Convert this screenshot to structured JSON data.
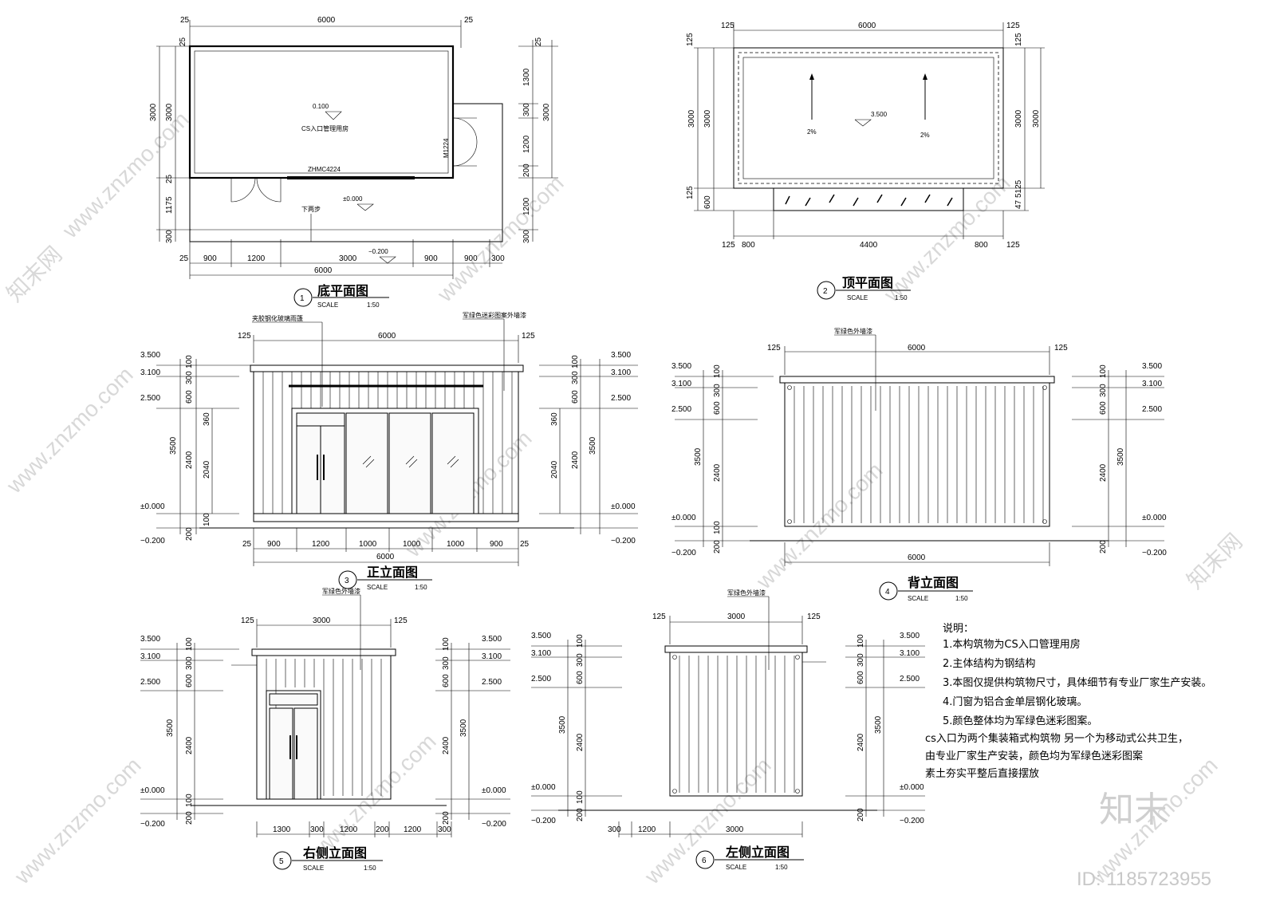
{
  "plan_bottom": {
    "title": "底平面图",
    "number": "1",
    "scale_label": "SCALE",
    "scale_value": "1:50",
    "dims_top": [
      "25",
      "6000",
      "25"
    ],
    "dims_left": [
      "25",
      "3000",
      "3000",
      "25",
      "1175",
      "300"
    ],
    "dims_right": [
      "25",
      "1300",
      "300",
      "1200",
      "200",
      "1200",
      "300",
      "3000"
    ],
    "dims_bottom": [
      "25",
      "900",
      "1200",
      "3000",
      "900",
      "900",
      "300"
    ],
    "dims_total": "6000",
    "level_room": "0.100",
    "level_outside": "±0.000",
    "level_ground": "−0.200",
    "room_name": "CS入口管理用房",
    "window_tag": "ZHMC4224",
    "door_tag": "M1224",
    "step_label": "下两步"
  },
  "plan_top": {
    "title": "顶平面图",
    "number": "2",
    "scale_label": "SCALE",
    "scale_value": "1:50",
    "dims_top": [
      "125",
      "6000",
      "125"
    ],
    "dims_left": [
      "125",
      "3000",
      "3000",
      "125",
      "600"
    ],
    "dims_right": [
      "125",
      "3000",
      "3000",
      "47",
      "5125"
    ],
    "dims_bottom": [
      "125",
      "800",
      "4400",
      "800",
      "125"
    ],
    "level_roof": "3.500",
    "slope": "2%"
  },
  "elev_front": {
    "title": "正立面图",
    "number": "3",
    "scale_label": "SCALE",
    "scale_value": "1:50",
    "callout_left": "夹胶钢化玻璃雨篷",
    "callout_right": "军绿色迷彩图案外墙漆",
    "dims_top": [
      "125",
      "6000",
      "125"
    ],
    "dims_bottom": [
      "25",
      "900",
      "1200",
      "1000",
      "1000",
      "1000",
      "900",
      "25"
    ],
    "dims_total": "6000",
    "levels": [
      "3.500",
      "3.100",
      "2.500",
      "±0.000",
      "−0.200"
    ],
    "dims_vertical": [
      "100",
      "300",
      "600",
      "3500",
      "2400",
      "360",
      "2040",
      "100",
      "200"
    ]
  },
  "elev_back": {
    "title": "背立面图",
    "number": "4",
    "scale_label": "SCALE",
    "scale_value": "1:50",
    "callout": "军绿色外墙漆",
    "dims_top": [
      "125",
      "6000",
      "125"
    ],
    "dims_total": "6000",
    "levels": [
      "3.500",
      "3.100",
      "2.500",
      "±0.000",
      "−0.200"
    ],
    "dims_vertical": [
      "100",
      "300",
      "600",
      "3500",
      "2400",
      "100",
      "200"
    ]
  },
  "elev_right": {
    "title": "右侧立面图",
    "number": "5",
    "scale_label": "SCALE",
    "scale_value": "1:50",
    "callout": "军绿色外墙漆",
    "dims_top": [
      "125",
      "3000",
      "125"
    ],
    "dims_bottom": [
      "1300",
      "300",
      "1200",
      "200",
      "1200",
      "300"
    ],
    "levels": [
      "3.500",
      "3.100",
      "2.500",
      "±0.000",
      "−0.200"
    ],
    "dims_vertical": [
      "100",
      "300",
      "600",
      "3500",
      "2400",
      "100",
      "200"
    ]
  },
  "elev_left": {
    "title": "左侧立面图",
    "number": "6",
    "scale_label": "SCALE",
    "scale_value": "1:50",
    "callout": "军绿色外墙漆",
    "dims_top": [
      "125",
      "3000",
      "125"
    ],
    "dims_bottom": [
      "300",
      "1200",
      "3000"
    ],
    "levels": [
      "3.500",
      "3.100",
      "2.500",
      "±0.000",
      "−0.200"
    ],
    "dims_vertical": [
      "100",
      "300",
      "600",
      "3500",
      "2400",
      "100",
      "200"
    ]
  },
  "notes": {
    "heading": "说明：",
    "items": [
      "1.本构筑物为CS入口管理用房",
      "2.主体结构为钢结构",
      "3.本图仅提供构筑物尺寸，具体细节有专业厂家生产安装。",
      "4.门窗为铝合金单层钢化玻璃。",
      "5.颜色整体均为军绿色迷彩图案。",
      "cs入口为两个集装箱式构筑物 另一个为移动式公共卫生，",
      "由专业厂家生产安装，颜色均为军绿色迷彩图案",
      "素土夯实平整后直接摆放"
    ]
  },
  "watermark": {
    "brand": "知末",
    "id_text": "ID: 1185723955",
    "site": "www.znzmo.com",
    "site_cn": "知末网"
  }
}
